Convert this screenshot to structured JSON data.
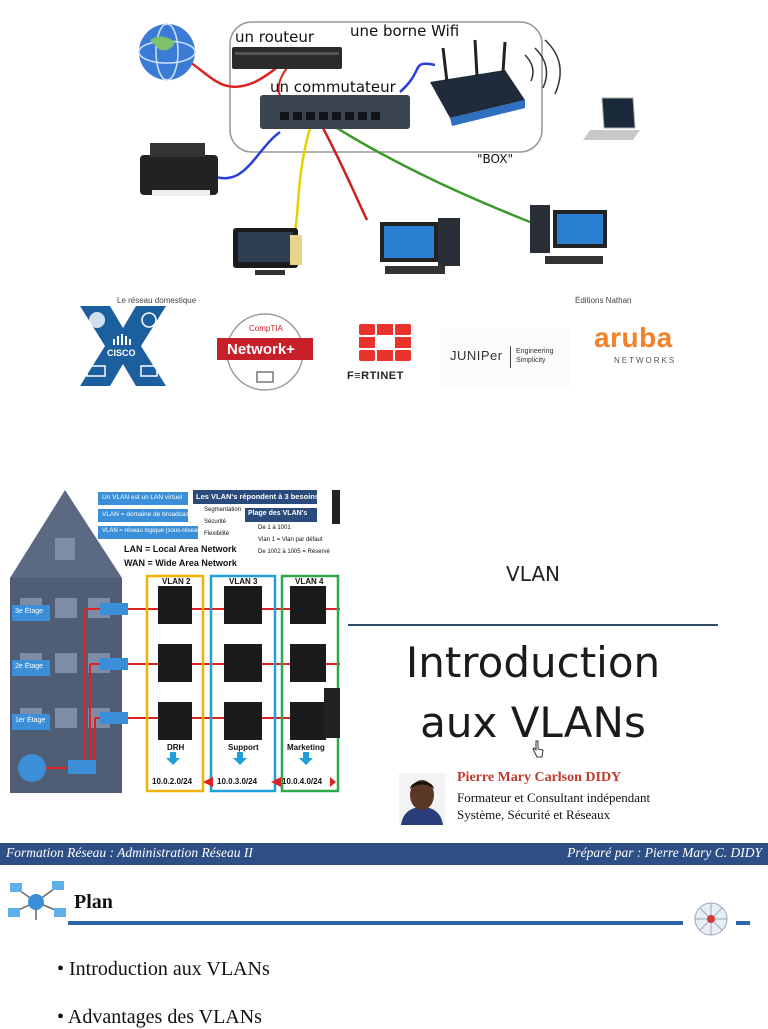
{
  "diagram": {
    "labels": {
      "router": "un routeur",
      "wifi": "une borne Wifi",
      "switch": "un commutateur",
      "box": "\"BOX\"",
      "caption_left": "Le réseau domestique",
      "caption_right": "Éditions Nathan"
    }
  },
  "logos": {
    "cisco": "CISCO",
    "comptia_top": "CompTIA",
    "comptia_main": "Network+",
    "fortinet": "F≡RTINET",
    "juniper": "JUNIPer",
    "juniper_tag1": "Engineering",
    "juniper_tag2": "Simplicity",
    "aruba": "aruba",
    "aruba_sub": "NETWORKS"
  },
  "vlan_figure": {
    "notes": [
      "Un VLAN est un LAN virtuel",
      "VLAN = domaine de broadcast",
      "VLAN = réseau logique (sous-réseau)"
    ],
    "needs_title": "Les VLAN's répondent à 3 besoins:",
    "needs": [
      "Segmentation",
      "Sécurité",
      "Flexibilité"
    ],
    "range_title": "Plage des VLAN's",
    "ranges": [
      "De 1 à 1001",
      "Vlan 1 = Vlan par défaut",
      "De 1002 à 1005 = Réservé"
    ],
    "lan": "LAN = Local Area Network",
    "wan": "WAN = Wide Area Network",
    "floors": [
      "3e Étage",
      "2e Étage",
      "1er Étage"
    ],
    "vlans": [
      {
        "label": "VLAN 2",
        "dept": "DRH",
        "subnet": "10.0.2.0/24",
        "color": "#f0b400"
      },
      {
        "label": "VLAN 3",
        "dept": "Support",
        "subnet": "10.0.3.0/24",
        "color": "#1fa0d8"
      },
      {
        "label": "VLAN 4",
        "dept": "Marketing",
        "subnet": "10.0.4.0/24",
        "color": "#2aa84a"
      }
    ]
  },
  "slide": {
    "kicker": "VLAN",
    "title_line1": "Introduction",
    "title_line2": "aux VLANs",
    "author_name": "Pierre Mary Carlson DIDY",
    "author_role1": "Formateur et Consultant indépendant",
    "author_role2": "Système, Sécurité et Réseaux"
  },
  "band": {
    "left": "Formation Réseau : Administration  Réseau II",
    "right": "Préparé par : Pierre Mary C. DIDY"
  },
  "plan": {
    "title": "Plan",
    "items": [
      "Introduction aux VLANs",
      "Advantages des VLANs"
    ]
  }
}
